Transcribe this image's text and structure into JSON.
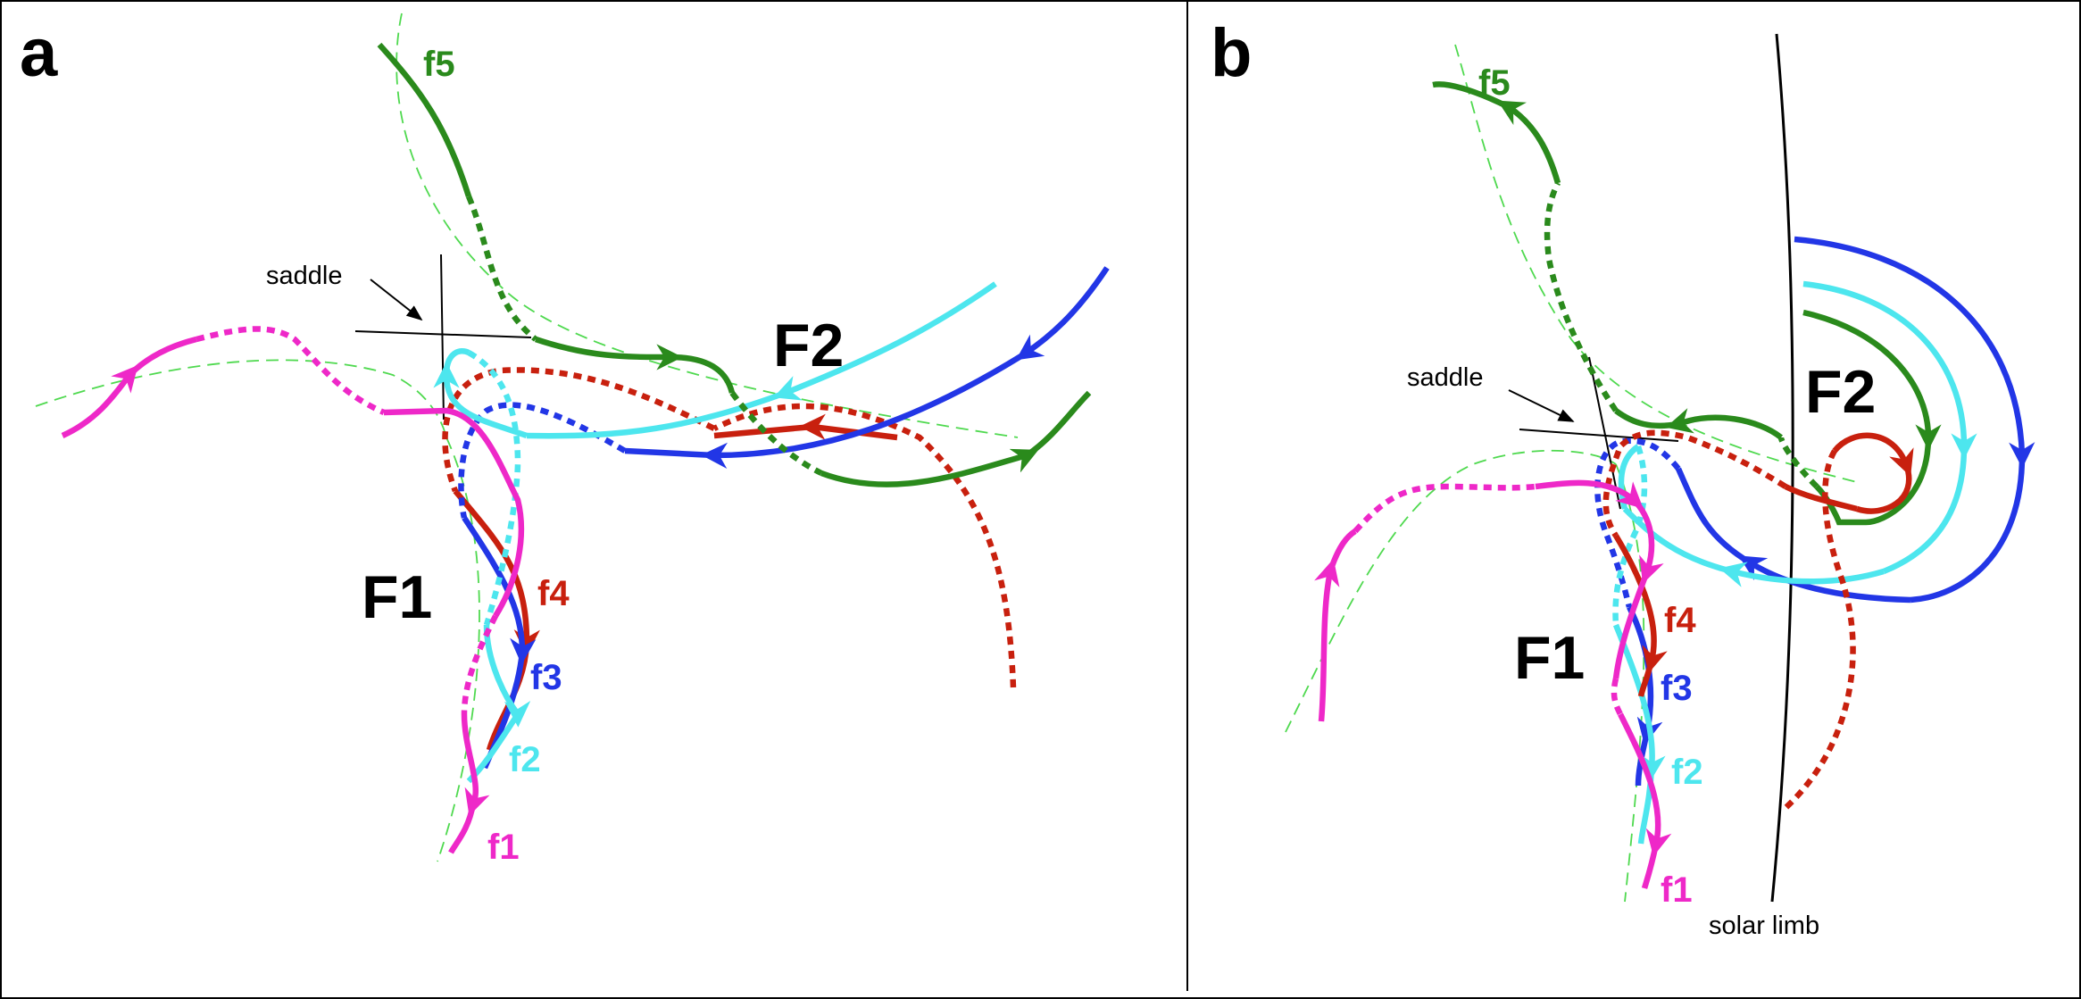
{
  "panels": {
    "a": {
      "letter": "a",
      "region_labels": {
        "f1_big": "F1",
        "f2_big": "F2"
      },
      "saddle_label": "saddle",
      "strand_labels": {
        "f1": "f1",
        "f2": "f2",
        "f3": "f3",
        "f4": "f4",
        "f5": "f5"
      }
    },
    "b": {
      "letter": "b",
      "region_labels": {
        "f1_big": "F1",
        "f2_big": "F2"
      },
      "saddle_label": "saddle",
      "limb_label": "solar limb",
      "strand_labels": {
        "f1": "f1",
        "f2": "f2",
        "f3": "f3",
        "f4": "f4",
        "f5": "f5"
      }
    }
  },
  "colors": {
    "f1": "#ee28c8",
    "f2": "#4de6ee",
    "f3": "#2236e6",
    "f4": "#c8200e",
    "f5": "#2a8a1c",
    "guide": "#4fd94f",
    "frame": "#000000"
  }
}
